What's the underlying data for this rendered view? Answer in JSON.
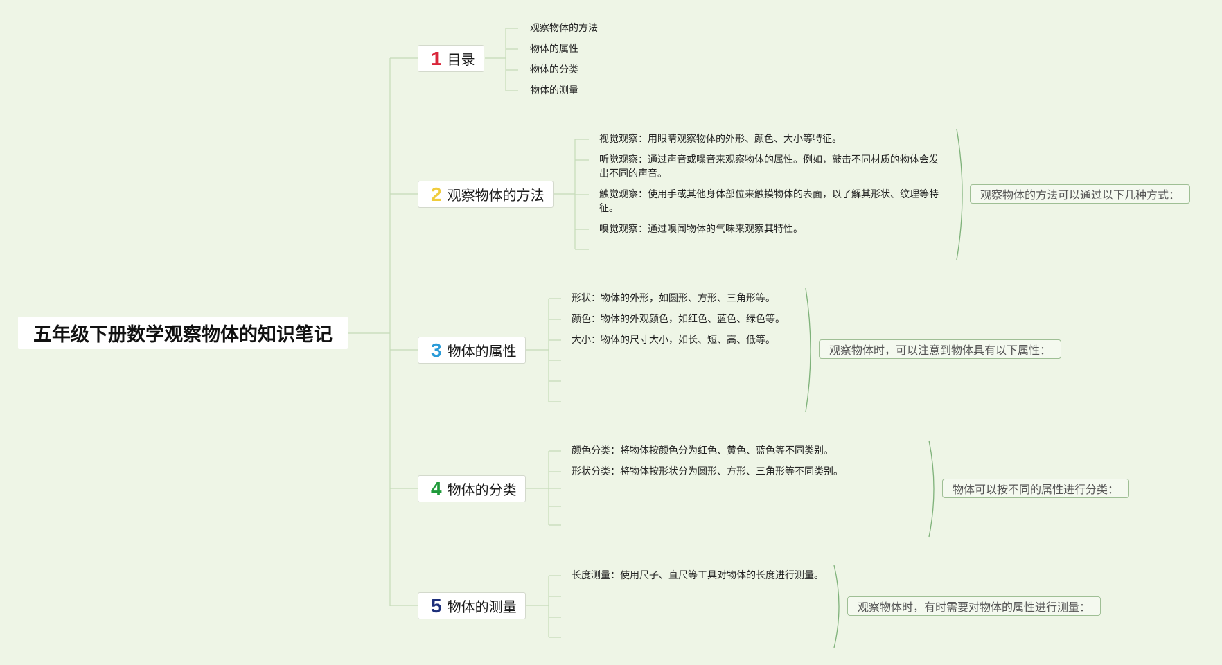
{
  "title": "五年级下册数学观察物体的知识笔记",
  "colors": {
    "background": "#eef5e6",
    "connector": "#c5dbb8",
    "bracket": "#7fb27a",
    "num1": "#d9263a",
    "num2": "#f0cc3c",
    "num3": "#2a9bd8",
    "num4": "#1f9a3a",
    "num5": "#1d2f7a"
  },
  "branches": [
    {
      "num": "1",
      "label": "目录",
      "leaves": [
        "观察物体的方法",
        "物体的属性",
        "物体的分类",
        "物体的测量"
      ],
      "summary": ""
    },
    {
      "num": "2",
      "label": "观察物体的方法",
      "leaves": [
        "视觉观察：用眼睛观察物体的外形、颜色、大小等特征。",
        "听觉观察：通过声音或噪音来观察物体的属性。例如，敲击不同材质的物体会发出不同的声音。",
        "触觉观察：使用手或其他身体部位来触摸物体的表面，以了解其形状、纹理等特征。",
        "嗅觉观察：通过嗅闻物体的气味来观察其特性。"
      ],
      "summary": "观察物体的方法可以通过以下几种方式："
    },
    {
      "num": "3",
      "label": "物体的属性",
      "leaves": [
        "形状：物体的外形，如圆形、方形、三角形等。",
        "颜色：物体的外观颜色，如红色、蓝色、绿色等。",
        "大小：物体的尺寸大小，如长、短、高、低等。"
      ],
      "summary": "观察物体时，可以注意到物体具有以下属性："
    },
    {
      "num": "4",
      "label": "物体的分类",
      "leaves": [
        "颜色分类：将物体按颜色分为红色、黄色、蓝色等不同类别。",
        "形状分类：将物体按形状分为圆形、方形、三角形等不同类别。"
      ],
      "summary": "物体可以按不同的属性进行分类："
    },
    {
      "num": "5",
      "label": "物体的测量",
      "leaves": [
        "长度测量：使用尺子、直尺等工具对物体的长度进行测量。"
      ],
      "summary": "观察物体时，有时需要对物体的属性进行测量："
    }
  ]
}
